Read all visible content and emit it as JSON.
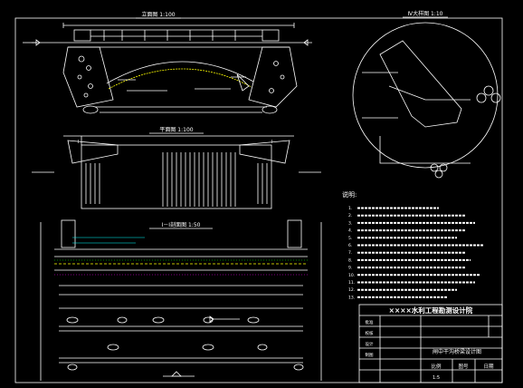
{
  "views": {
    "elevation_title": "立面图 1:100",
    "plan_title": "平面图 1:100",
    "section_title": "I－I剖面图 1:50",
    "detail_title": "Ⅳ大样图 1:10"
  },
  "notes": {
    "heading": "说明:",
    "items": [
      "1.",
      "2.",
      "3.",
      "4.",
      "5.",
      "6.",
      "7.",
      "8.",
      "9.",
      "10.",
      "11.",
      "12.",
      "13."
    ]
  },
  "title_block": {
    "institute": "××××水利工程勘测设计院",
    "drawing_name": "闸中干沟桥梁设计图",
    "scale_label": "比例",
    "scale_value": "1:5",
    "sheet_label": "图号",
    "date_label": "日期",
    "approve_label": "批准",
    "check_label": "校核",
    "design_label": "设计",
    "draw_label": "制图"
  },
  "colors": {
    "background": "#000000",
    "lines": "#ffffff",
    "accent_yellow": "#ffff00",
    "accent_cyan": "#00ffff",
    "accent_green": "#00ff00",
    "accent_magenta": "#ff00ff",
    "accent_red": "#ff3030"
  }
}
